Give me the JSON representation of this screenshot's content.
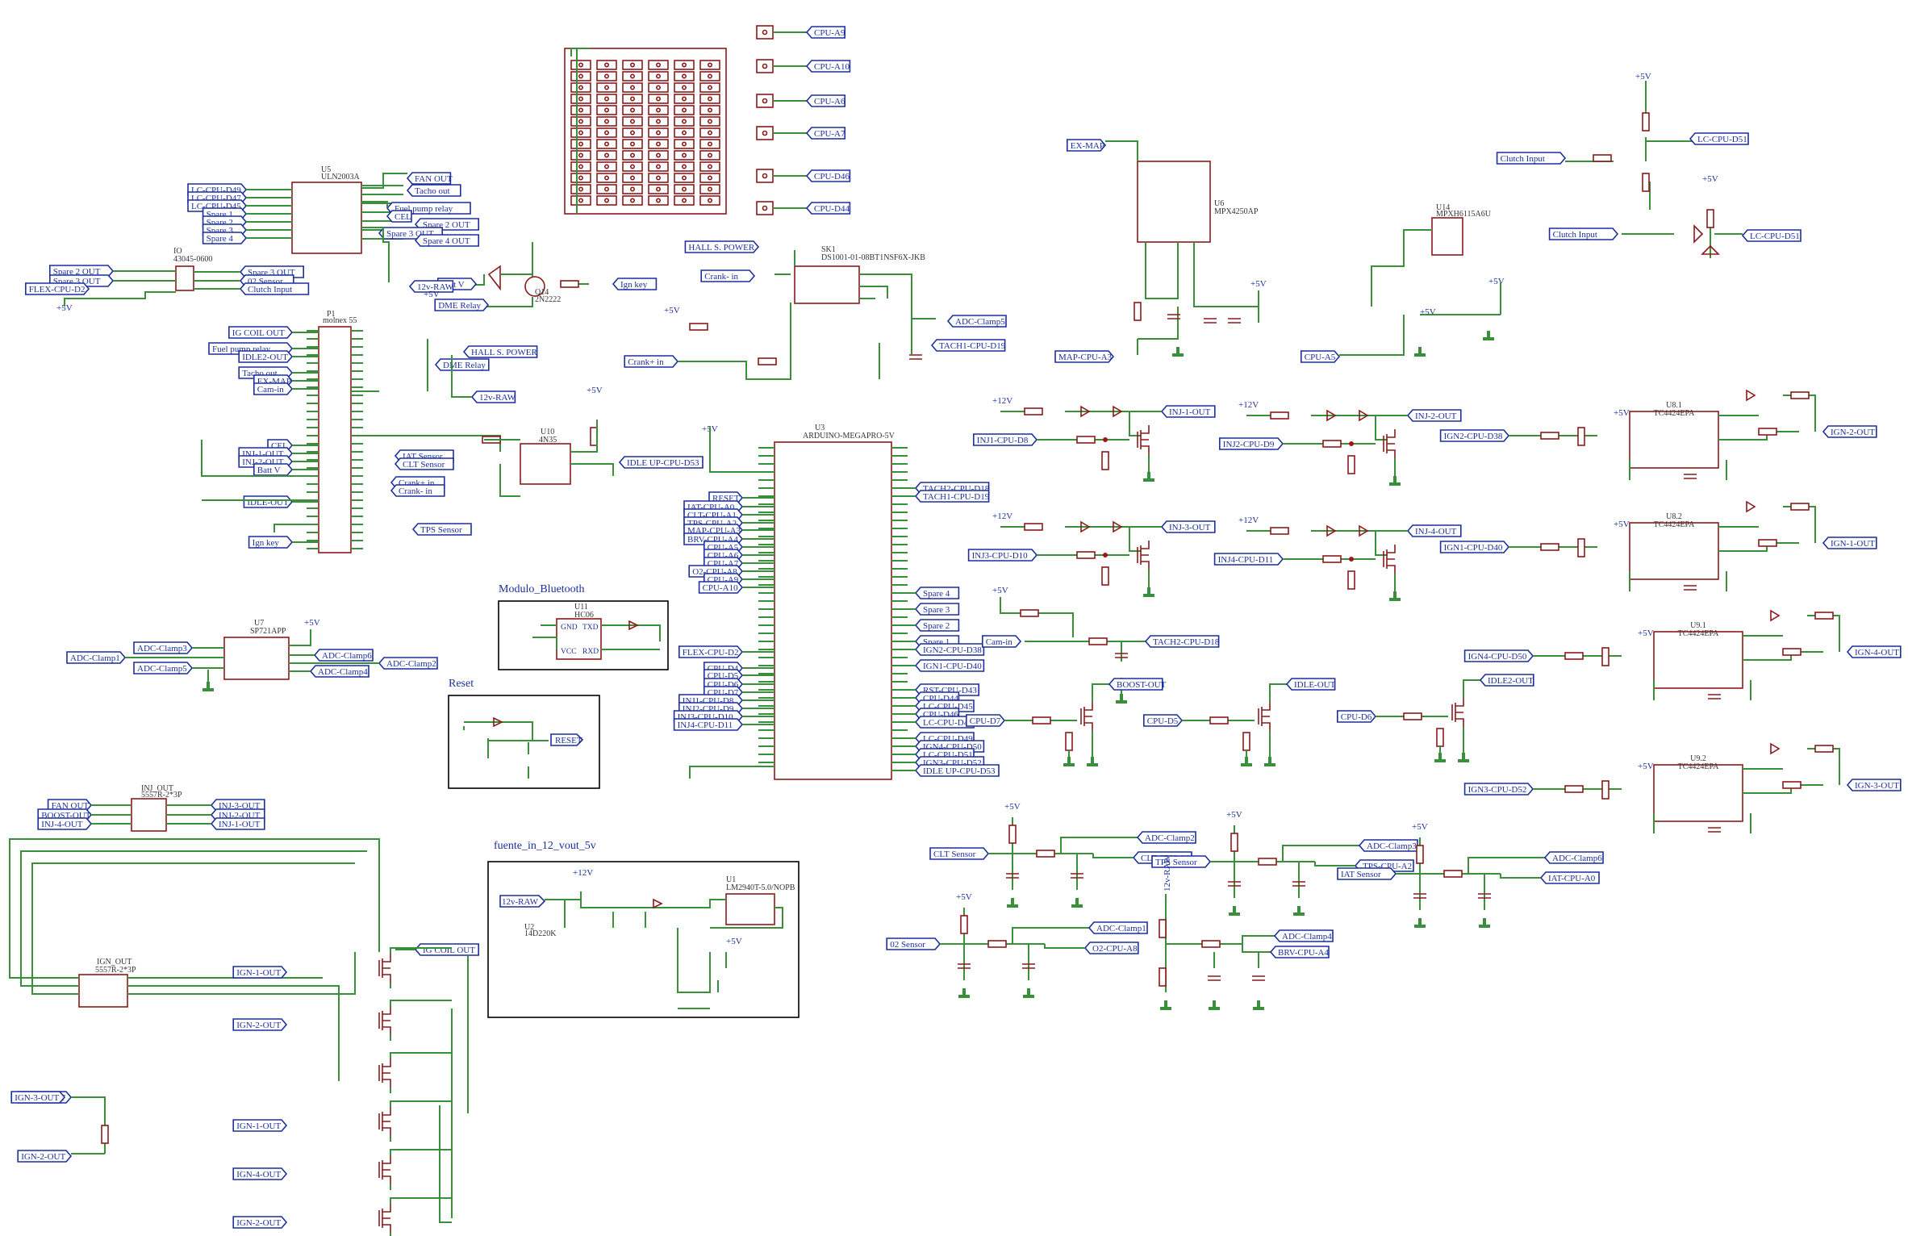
{
  "titles": {
    "bluetooth": "Modulo_Bluetooth",
    "reset": "Reset",
    "fuente": "fuente_in_12_vout_5v"
  },
  "colors": {
    "wire": "#3a8f3a",
    "part": "#8b1a1a",
    "text": "#1c2f9c",
    "junction": "#a31515"
  },
  "components": [
    {
      "ref": "U5",
      "value": "ULN2003A"
    },
    {
      "ref": "P1",
      "value": "molnex 55"
    },
    {
      "ref": "U3",
      "value": "ARDUINO-MEGAPRO-5V"
    },
    {
      "ref": "SK1",
      "value": "DS1001-01-08BT1NSF6X-JKB"
    },
    {
      "ref": "U6",
      "value": "MPX4250AP"
    },
    {
      "ref": "U14",
      "value": "MPXH6115A6U"
    },
    {
      "ref": "U7",
      "value": "SP721APP"
    },
    {
      "ref": "U10",
      "value": "4N35"
    },
    {
      "ref": "U11",
      "value": "HC06"
    },
    {
      "ref": "U1",
      "value": "LM2940T-5.0/NOPB"
    },
    {
      "ref": "U2",
      "value": "14D220K"
    },
    {
      "ref": "IGN_OUT",
      "value": "5557R-2*3P"
    },
    {
      "ref": "INJ_OUT",
      "value": "5557R-2*3P"
    },
    {
      "ref": "IO",
      "value": "43045-0600"
    },
    {
      "ref": "U8.1",
      "value": "TC4424EPA"
    },
    {
      "ref": "U8.2",
      "value": "TC4424EPA"
    },
    {
      "ref": "U9.1",
      "value": "TC4424EPA"
    },
    {
      "ref": "U9.2",
      "value": "TC4424EPA"
    }
  ],
  "nets": {
    "u5_left": [
      "LC-CPU-D49",
      "LC-CPU-D47",
      "LC-CPU-D45",
      "Spare 1",
      "Spare 2",
      "Spare 3",
      "Spare 4"
    ],
    "u5_right": [
      "FAN OUT",
      "Tacho out",
      "Fuel pump relay",
      "CEL",
      "Spare 2 OUT",
      "Spare 3 OUT",
      "Spare 4 OUT"
    ],
    "io_left": [
      "Spare 2 OUT",
      "Spare 3 OUT",
      "FLEX-CPU-D2"
    ],
    "io_right": [
      "Spare 3 OUT",
      "02 Sensor",
      "Clutch Input"
    ],
    "p1_left": [
      "IG COIL OUT",
      "Fuel pump relay",
      "IDLE2-OUT",
      "Tacho out",
      "EX-MAP",
      "Cam-in",
      "CEL",
      "INJ-1-OUT",
      "INJ-2-OUT",
      "Batt V",
      "IDLE-OUT",
      "Ign key"
    ],
    "p1_right": [
      "HALL S. POWER",
      "DME Relay",
      "12v-RAW",
      "IAT Sensor",
      "CLT Sensor",
      "Crank+ in",
      "Crank- in",
      "TPS Sensor"
    ],
    "q14": [
      "Batt V",
      "DME Relay",
      "12v-RAW",
      "Ign key"
    ],
    "sk1": [
      "HALL S. POWER",
      "Crank- in",
      "Crank+ in",
      "ADC-Clamp5",
      "TACH1-CPU-D19"
    ],
    "u10": [
      "IDLE UP-CPU-D53"
    ],
    "mega_left": [
      "RESET",
      "IAT-CPU-A0",
      "CLT-CPU-A1",
      "TPS-CPU-A2",
      "MAP-CPU-A3",
      "BRV-CPU-A4",
      "CPU-A5",
      "CPU-A6",
      "CPU-A7",
      "O2-CPU-A8",
      "CPU-A9",
      "CPU-A10",
      "FLEX-CPU-D2",
      "CPU-D4",
      "CPU-D5",
      "CPU-D6",
      "CPU-D7",
      "INJ1-CPU-D8",
      "INJ2-CPU-D9",
      "INJ3-CPU-D10",
      "INJ4-CPU-D11"
    ],
    "mega_right": [
      "TACH2-CPU-D18",
      "TACH1-CPU-D19",
      "Spare 4",
      "Spare 3",
      "Spare 2",
      "Spare 1",
      "IGN2-CPU-D38",
      "IGN1-CPU-D40",
      "RST-CPU-D43",
      "CPU-D44",
      "LC-CPU-D45",
      "CPU-D46",
      "LC-CPU-D47",
      "LC-CPU-D49",
      "IGN4-CPU-D50",
      "LC-CPU-D51",
      "IGN3-CPU-D52",
      "IDLE UP-CPU-D53"
    ],
    "pinheaders": [
      "CPU-A9",
      "CPU-A10",
      "CPU-A6",
      "CPU-A7",
      "CPU-D46",
      "CPU-D44"
    ],
    "u7": [
      "ADC-Clamp1",
      "ADC-Clamp3",
      "ADC-Clamp5",
      "ADC-Clamp6",
      "ADC-Clamp2",
      "ADC-Clamp4"
    ],
    "map": [
      "EX-MAP",
      "MAP-CPU-A3",
      "CPU-A5"
    ],
    "clutch": [
      "Clutch Input",
      "LC-CPU-D51"
    ],
    "injectors": [
      "INJ1-CPU-D8",
      "INJ-1-OUT",
      "INJ2-CPU-D9",
      "INJ-2-OUT",
      "INJ3-CPU-D10",
      "INJ-3-OUT",
      "INJ4-CPU-D11",
      "INJ-4-OUT"
    ],
    "cam": [
      "Cam-in",
      "TACH2-CPU-D18"
    ],
    "ign_drivers": [
      "IGN2-CPU-D38",
      "IGN-2-OUT",
      "IGN1-CPU-D40",
      "IGN-1-OUT",
      "IGN4-CPU-D50",
      "IGN-4-OUT",
      "IGN3-CPU-D52",
      "IGN-3-OUT"
    ],
    "outputs": [
      "CPU-D7",
      "BOOST-OUT",
      "CPU-D5",
      "IDLE-OUT",
      "CPU-D6",
      "IDLE2-OUT"
    ],
    "analog": [
      "CLT Sensor",
      "ADC-Clamp2",
      "CLT-CPU-A1",
      "TPS Sensor",
      "ADC-Clamp3",
      "TPS-CPU-A2",
      "IAT Sensor",
      "ADC-Clamp6",
      "IAT-CPU-A0",
      "02 Sensor",
      "ADC-Clamp1",
      "O2-CPU-A8",
      "12v-RAW",
      "ADC-Clamp4",
      "BRV-CPU-A4"
    ],
    "inj_out": [
      "FAN OUT",
      "BOOST-OUT",
      "INJ-4-OUT",
      "INJ-3-OUT",
      "INJ-2-OUT",
      "INJ-1-OUT"
    ],
    "ign_out": [
      "IG COIL OUT",
      "IGN-1-OUT",
      "IGN-2-OUT",
      "IGN-3-OUT",
      "IGN-1-OUT",
      "IGN-4-OUT",
      "IGN-2-OUT"
    ],
    "bt": [
      "RXD",
      "TXD",
      "GND",
      "VCC"
    ],
    "reset": [
      "RESET"
    ],
    "psu": [
      "12v-RAW"
    ]
  },
  "power": {
    "v5": "+5V",
    "v12": "+12V"
  }
}
